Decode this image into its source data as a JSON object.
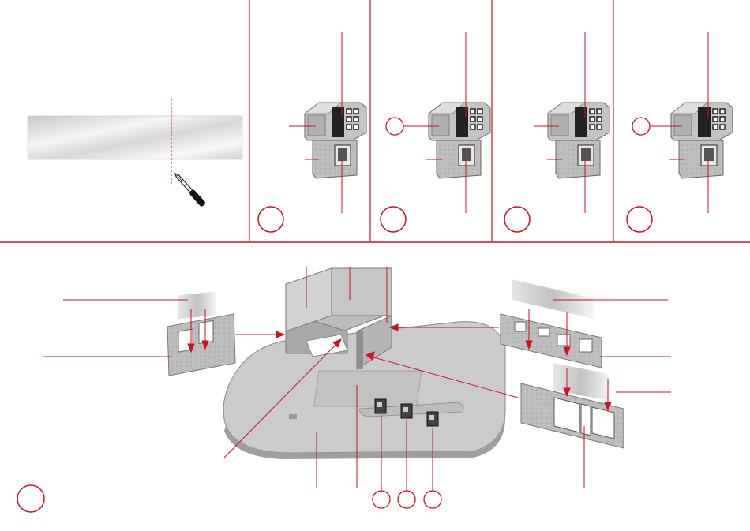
{
  "diagram": {
    "kind": "assembly-instructions",
    "accent_color": "#d0101e",
    "part_grey": "#b9b9b9",
    "part_dark": "#8c8c8c",
    "outline": "#555555",
    "text_labels": []
  },
  "top_section": {
    "step1_icon": "craft-knife-icon",
    "variant_panels": 4,
    "callout_circles": [
      "variant-a",
      "variant-b",
      "variant-c",
      "variant-d"
    ],
    "small_circle_panels": [
      "panel-2",
      "panel-4"
    ]
  },
  "bottom_section": {
    "base_plate": "base-plate",
    "walls": [
      "wall-left",
      "wall-back",
      "wall-right"
    ],
    "window_panels": [
      "window-panel-left",
      "window-panel-right-top",
      "window-panel-right-bottom"
    ],
    "small_parts": [
      "part-1",
      "part-2",
      "part-3"
    ]
  }
}
